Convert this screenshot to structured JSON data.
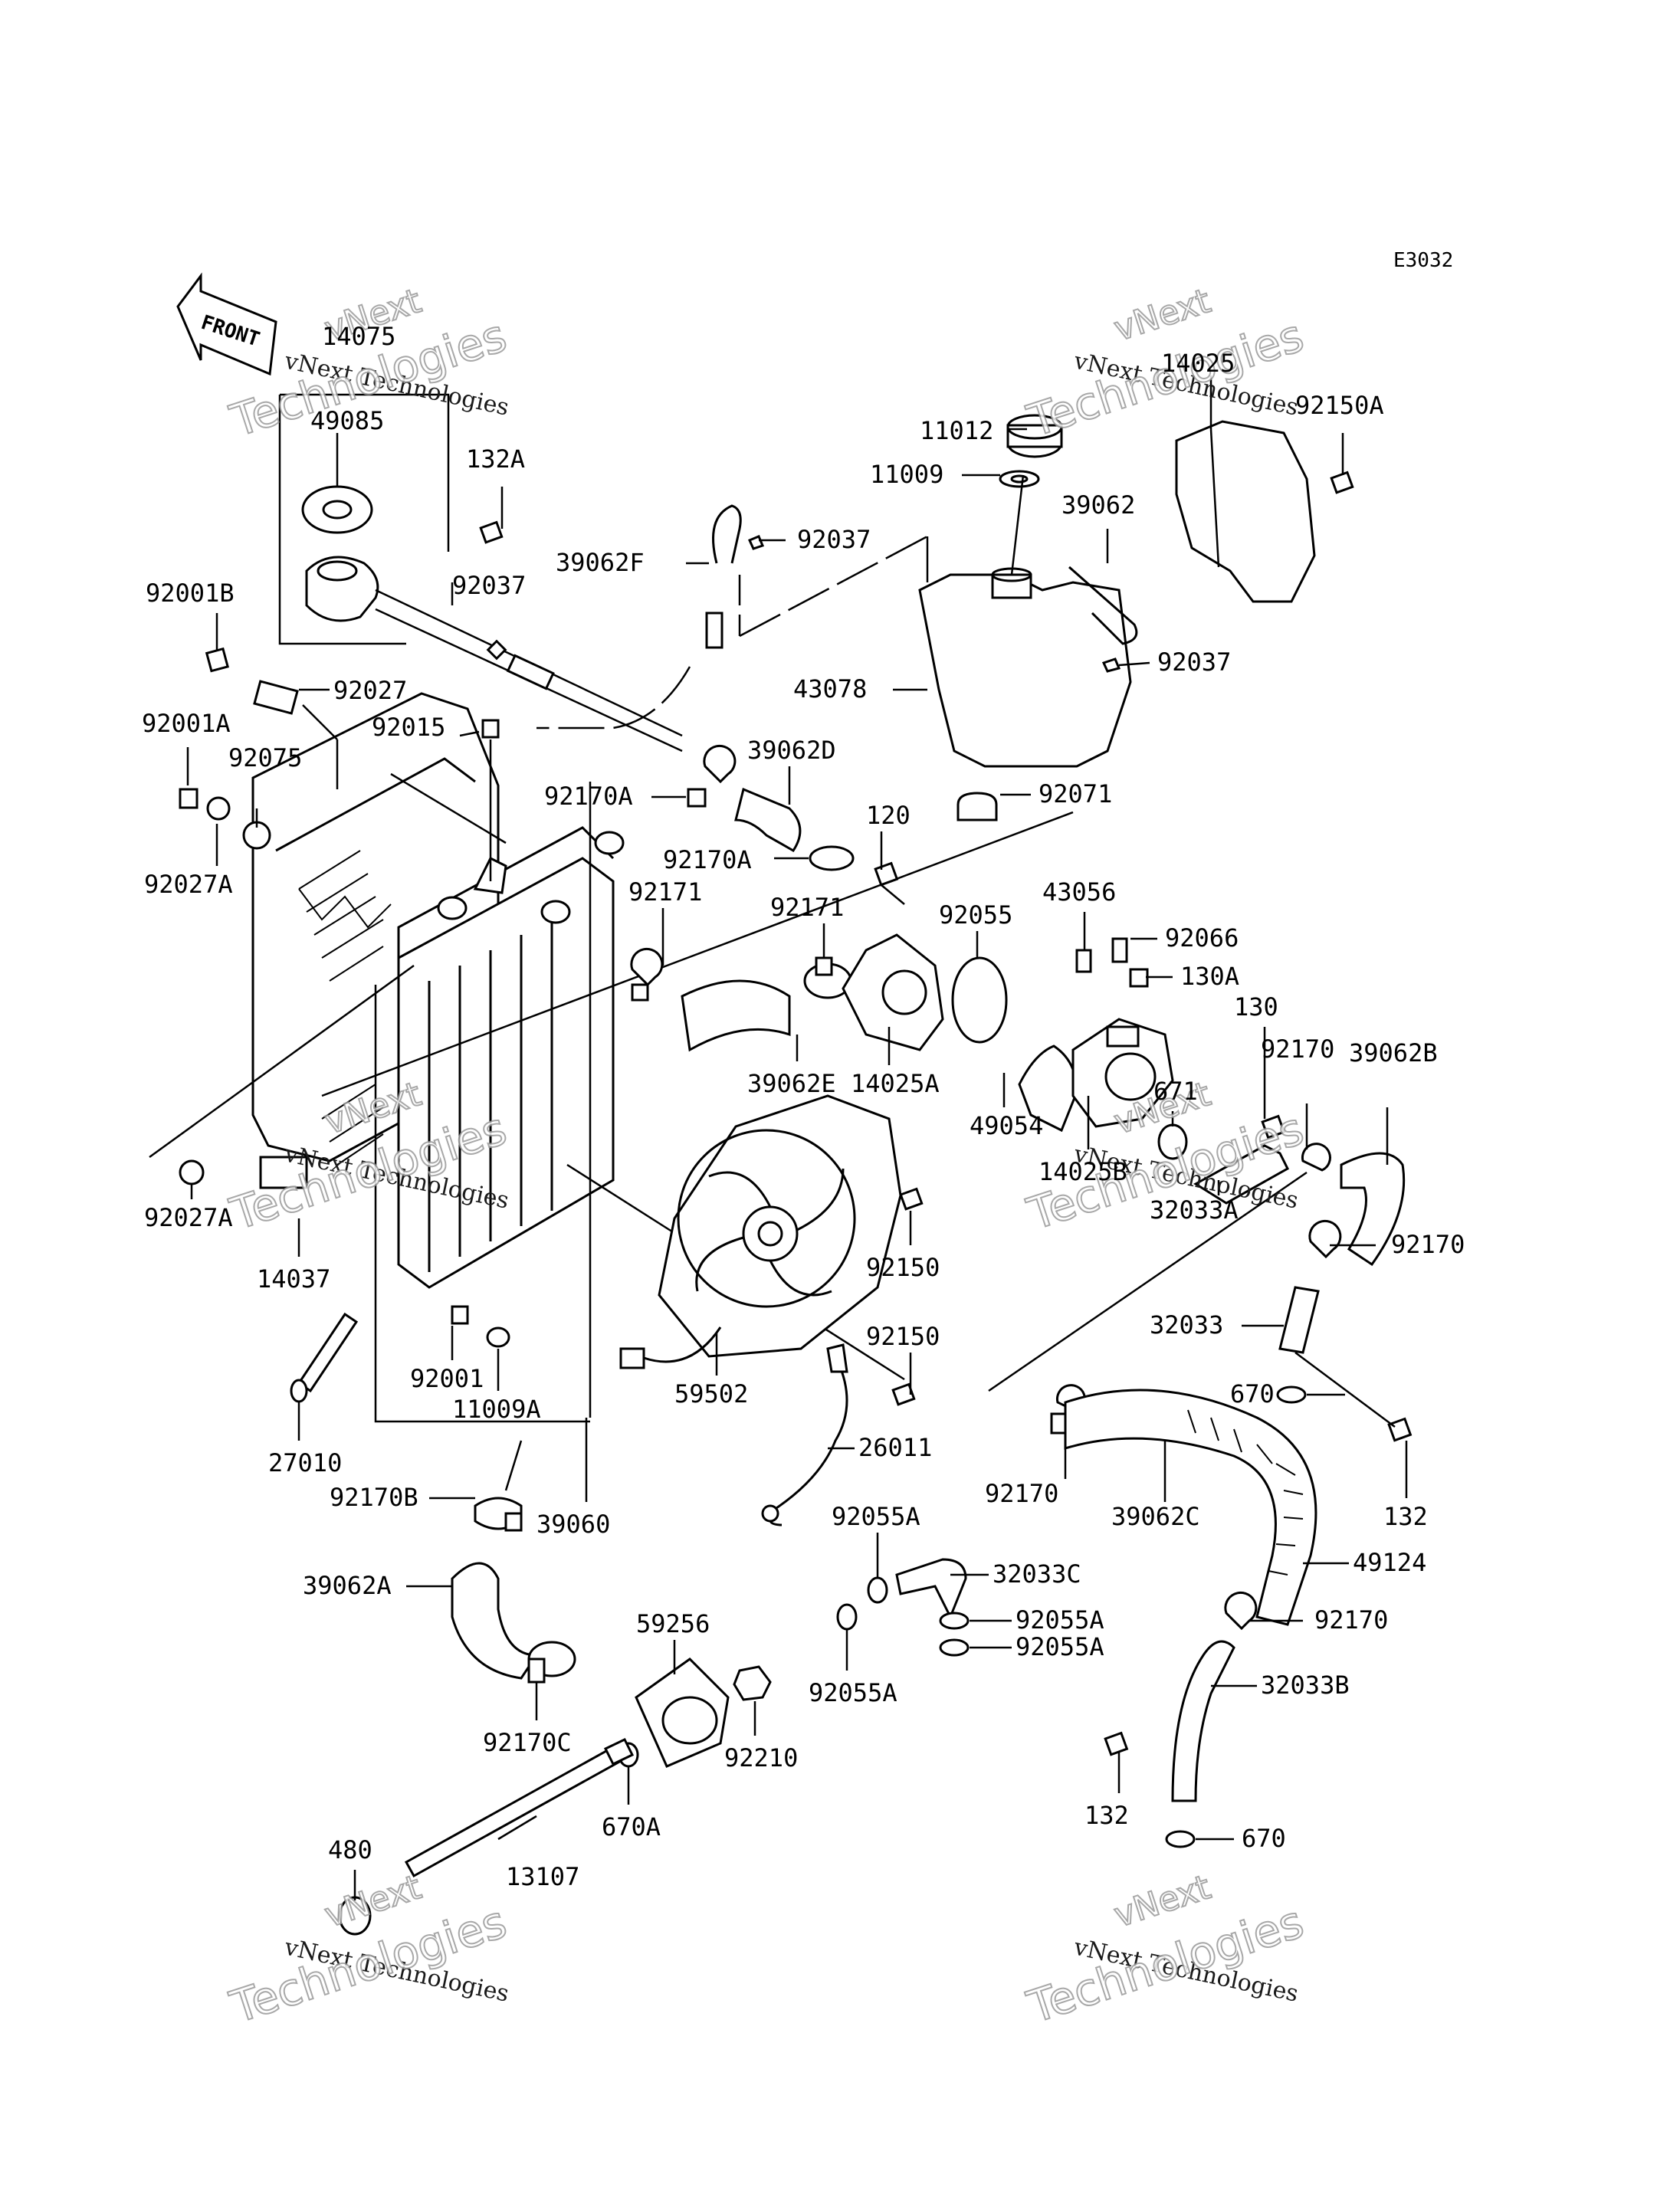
{
  "diagram_code": "E3032",
  "front_label": "FRONT",
  "watermark": {
    "line1": "vNext Technologies",
    "line2": "vNext",
    "line3": "Technologies"
  },
  "labels": [
    {
      "id": "14075",
      "text": "14075"
    },
    {
      "id": "49085",
      "text": "49085"
    },
    {
      "id": "132A",
      "text": "132A"
    },
    {
      "id": "92037-a",
      "text": "92037"
    },
    {
      "id": "92001B",
      "text": "92001B"
    },
    {
      "id": "92027",
      "text": "92027"
    },
    {
      "id": "92001A",
      "text": "92001A"
    },
    {
      "id": "92015",
      "text": "92015"
    },
    {
      "id": "92075",
      "text": "92075"
    },
    {
      "id": "92027A-a",
      "text": "92027A"
    },
    {
      "id": "92170A-a",
      "text": "92170A"
    },
    {
      "id": "92171-a",
      "text": "92171"
    },
    {
      "id": "39062D",
      "text": "39062D"
    },
    {
      "id": "92170A-b",
      "text": "92170A"
    },
    {
      "id": "120",
      "text": "120"
    },
    {
      "id": "92171-b",
      "text": "92171"
    },
    {
      "id": "92055",
      "text": "92055"
    },
    {
      "id": "39062E",
      "text": "39062E"
    },
    {
      "id": "14025A",
      "text": "14025A"
    },
    {
      "id": "49054",
      "text": "49054"
    },
    {
      "id": "92027A-b",
      "text": "92027A"
    },
    {
      "id": "14037",
      "text": "14037"
    },
    {
      "id": "92150-a",
      "text": "92150"
    },
    {
      "id": "92150-b",
      "text": "92150"
    },
    {
      "id": "92001",
      "text": "92001"
    },
    {
      "id": "11009A",
      "text": "11009A"
    },
    {
      "id": "59502",
      "text": "59502"
    },
    {
      "id": "27010",
      "text": "27010"
    },
    {
      "id": "26011",
      "text": "26011"
    },
    {
      "id": "92170B",
      "text": "92170B"
    },
    {
      "id": "39060",
      "text": "39060"
    },
    {
      "id": "39062A",
      "text": "39062A"
    },
    {
      "id": "92170C",
      "text": "92170C"
    },
    {
      "id": "59256",
      "text": "59256"
    },
    {
      "id": "92210",
      "text": "92210"
    },
    {
      "id": "670A",
      "text": "670A"
    },
    {
      "id": "480",
      "text": "480"
    },
    {
      "id": "13107",
      "text": "13107"
    },
    {
      "id": "92055A-a",
      "text": "92055A"
    },
    {
      "id": "92055A-b",
      "text": "92055A"
    },
    {
      "id": "32033C",
      "text": "32033C"
    },
    {
      "id": "92055A-c",
      "text": "92055A"
    },
    {
      "id": "92055A-d",
      "text": "92055A"
    },
    {
      "id": "14025",
      "text": "14025"
    },
    {
      "id": "92150A",
      "text": "92150A"
    },
    {
      "id": "11012",
      "text": "11012"
    },
    {
      "id": "11009",
      "text": "11009"
    },
    {
      "id": "39062",
      "text": "39062"
    },
    {
      "id": "39062F",
      "text": "39062F"
    },
    {
      "id": "92037-b",
      "text": "92037"
    },
    {
      "id": "92037-c",
      "text": "92037"
    },
    {
      "id": "43078",
      "text": "43078"
    },
    {
      "id": "92071",
      "text": "92071"
    },
    {
      "id": "43056",
      "text": "43056"
    },
    {
      "id": "92066",
      "text": "92066"
    },
    {
      "id": "130A",
      "text": "130A"
    },
    {
      "id": "130",
      "text": "130"
    },
    {
      "id": "671",
      "text": "671"
    },
    {
      "id": "92170-a",
      "text": "92170"
    },
    {
      "id": "39062B",
      "text": "39062B"
    },
    {
      "id": "14025B",
      "text": "14025B"
    },
    {
      "id": "32033A",
      "text": "32033A"
    },
    {
      "id": "92170-b",
      "text": "92170"
    },
    {
      "id": "32033",
      "text": "32033"
    },
    {
      "id": "670-a",
      "text": "670"
    },
    {
      "id": "132-a",
      "text": "132"
    },
    {
      "id": "92170-c",
      "text": "92170"
    },
    {
      "id": "39062C",
      "text": "39062C"
    },
    {
      "id": "49124",
      "text": "49124"
    },
    {
      "id": "92170-d",
      "text": "92170"
    },
    {
      "id": "32033B",
      "text": "32033B"
    },
    {
      "id": "132-b",
      "text": "132"
    },
    {
      "id": "670-b",
      "text": "670"
    }
  ]
}
